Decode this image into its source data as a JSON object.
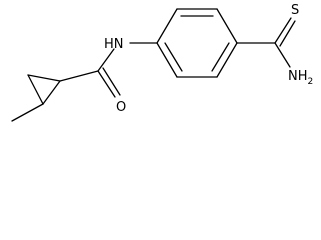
{
  "molecule": {
    "atoms": {
      "amide_n": "HN",
      "amide_o": "O",
      "thio_s": "S",
      "thio_n": "NH",
      "thio_n_sub": "2"
    }
  }
}
